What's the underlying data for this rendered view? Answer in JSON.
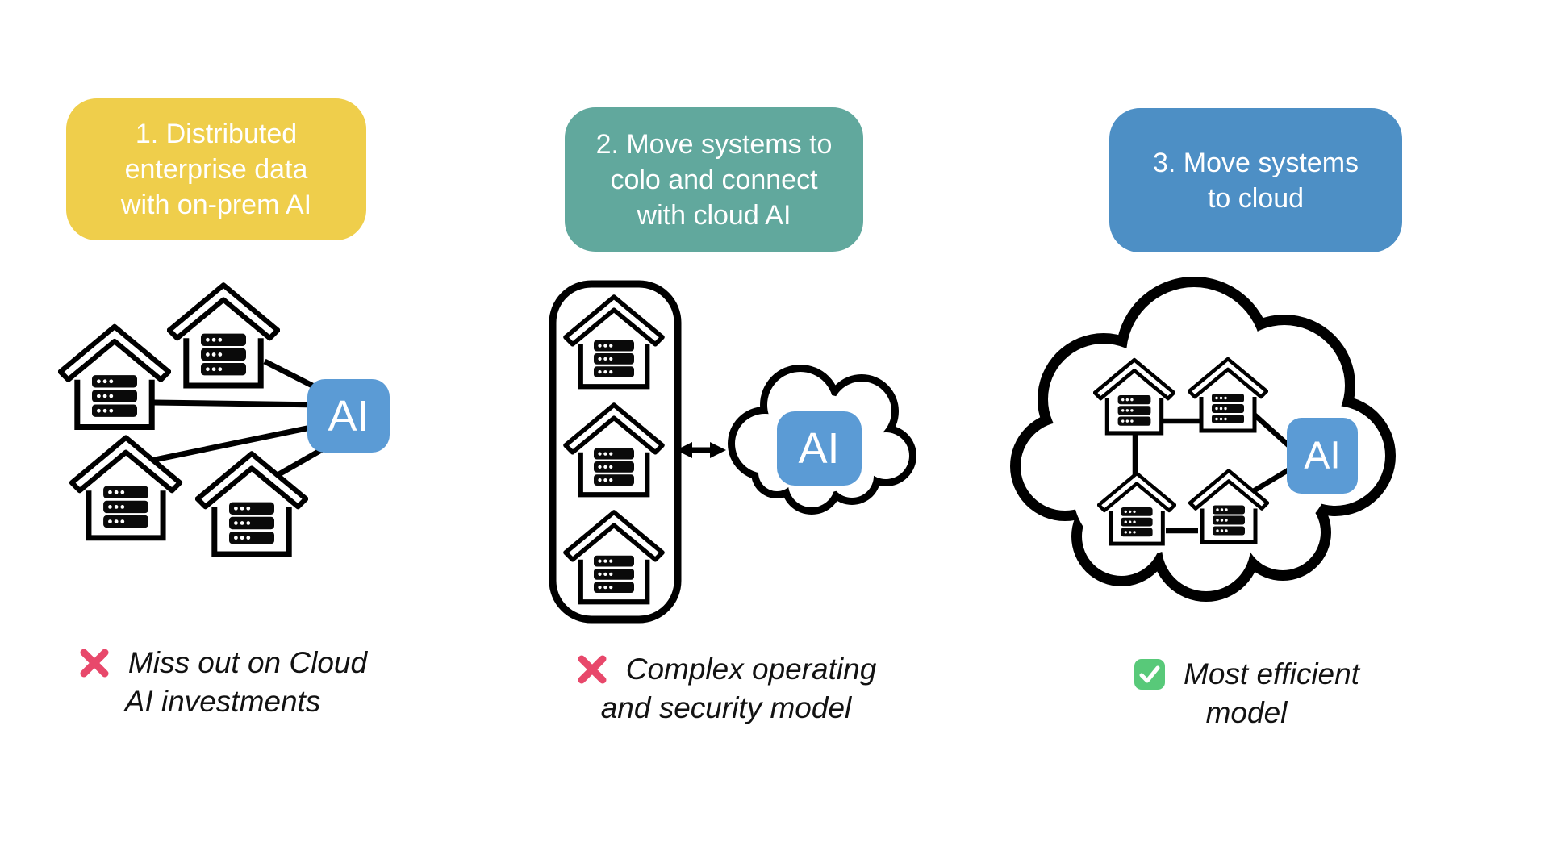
{
  "colors": {
    "title1_bg": "#EFCE4B",
    "title2_bg": "#61A89D",
    "title3_bg": "#4D8FC5",
    "ai_box": "#5B9BD5",
    "cross": "#E8486B",
    "check_bg": "#58C979",
    "line": "#000000",
    "text": "#121212",
    "title_text": "#ffffff"
  },
  "columns": [
    {
      "title_lines": [
        "1. Distributed",
        "enterprise data",
        "with on-prem AI"
      ],
      "ai_label": "AI",
      "verdict_icon": "cross-icon",
      "verdict_lines": [
        "Miss out on Cloud",
        "AI investments"
      ]
    },
    {
      "title_lines": [
        "2. Move systems to",
        "colo and connect",
        "with cloud AI"
      ],
      "ai_label": "AI",
      "verdict_icon": "cross-icon",
      "verdict_lines": [
        "Complex operating",
        "and security model"
      ]
    },
    {
      "title_lines": [
        "3. Move systems",
        "to cloud"
      ],
      "ai_label": "AI",
      "verdict_icon": "check-icon",
      "verdict_lines": [
        "Most efficient",
        "model"
      ]
    }
  ]
}
